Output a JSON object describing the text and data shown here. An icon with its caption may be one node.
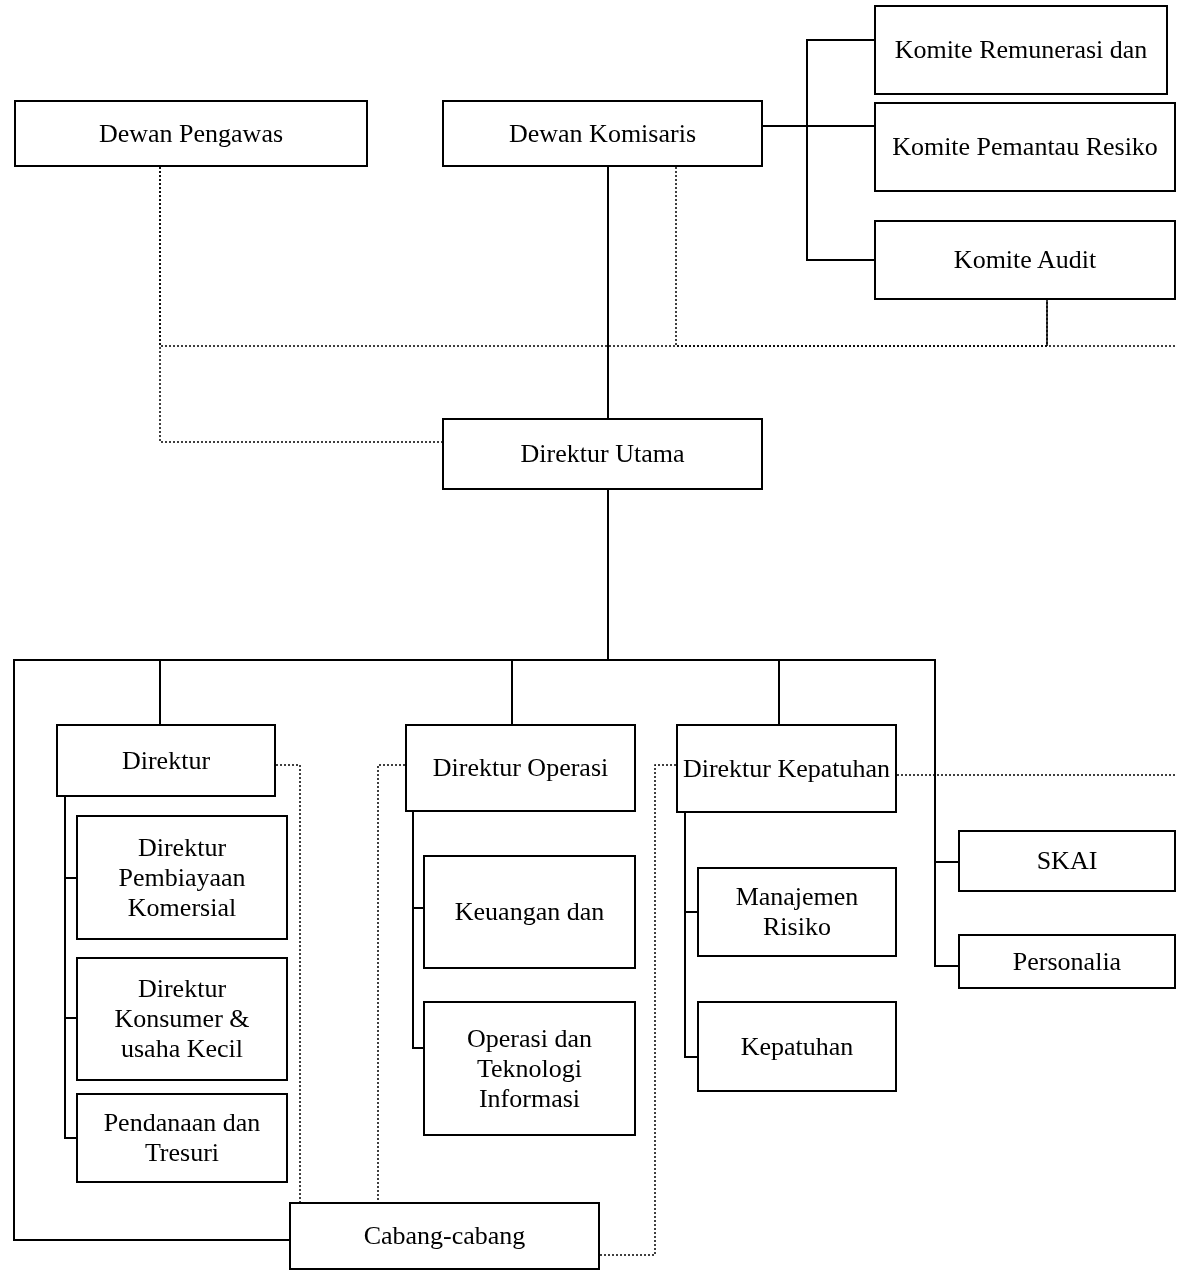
{
  "diagram": {
    "nodes": [
      {
        "text": [
          "Dewan Pengawas"
        ]
      },
      {
        "text": [
          "Dewan Komisaris"
        ]
      },
      {
        "text": [
          "Komite Remunerasi dan"
        ]
      },
      {
        "text": [
          "Komite Pemantau Resiko"
        ]
      },
      {
        "text": [
          "Komite Audit"
        ]
      },
      {
        "text": [
          "Direktur Utama"
        ]
      },
      {
        "text": [
          "Direktur"
        ]
      },
      {
        "text": [
          "Direktur Pembiayaan Komersial"
        ]
      },
      {
        "text": [
          "Direktur Konsumer & usaha Kecil"
        ]
      },
      {
        "text": [
          "Pendanaan dan Tresuri"
        ]
      },
      {
        "text": [
          "Direktur Operasi"
        ]
      },
      {
        "text": [
          "Keuangan dan"
        ]
      },
      {
        "text": [
          "Operasi dan Teknologi Informasi"
        ]
      },
      {
        "text": [
          "Direktur Kepatuhan"
        ]
      },
      {
        "text": [
          "Manajemen Risiko"
        ]
      },
      {
        "text": [
          "Kepatuhan"
        ]
      },
      {
        "text": [
          "SKAI"
        ]
      },
      {
        "text": [
          "Personalia"
        ]
      },
      {
        "text": [
          "Cabang-cabang"
        ]
      }
    ],
    "edges": [
      {
        "from": 1,
        "to": 2,
        "arrow": "none"
      },
      {
        "from": 1,
        "to": 3,
        "arrow": "none"
      },
      {
        "from": 1,
        "to": 4,
        "arrow": "none"
      },
      {
        "from": 1,
        "to": 5,
        "arrow": "none"
      },
      {
        "from": 5,
        "to": 6,
        "arrow": "none"
      },
      {
        "from": 5,
        "to": 10,
        "arrow": "none"
      },
      {
        "from": 5,
        "to": 13,
        "arrow": "none"
      },
      {
        "from": 5,
        "to": 16,
        "arrow": "none"
      },
      {
        "from": 5,
        "to": 17,
        "arrow": "none"
      },
      {
        "from": 5,
        "to": 18,
        "arrow": "none"
      },
      {
        "from": 6,
        "to": 7,
        "arrow": "none"
      },
      {
        "from": 6,
        "to": 8,
        "arrow": "none"
      },
      {
        "from": 6,
        "to": 9,
        "arrow": "none"
      },
      {
        "from": 10,
        "to": 11,
        "arrow": "none"
      },
      {
        "from": 10,
        "to": 12,
        "arrow": "none"
      },
      {
        "from": 13,
        "to": 14,
        "arrow": "none"
      },
      {
        "from": 13,
        "to": 15,
        "arrow": "none"
      },
      {
        "from": 0,
        "to": 5,
        "arrow": "none",
        "style": "dashed"
      },
      {
        "from": 1,
        "to": 4,
        "arrow": "none",
        "style": "dashed"
      },
      {
        "from": 0,
        "to": 4,
        "arrow": "none",
        "style": "dashed"
      },
      {
        "from": 4,
        "to": null,
        "arrow": "none",
        "style": "dashed"
      },
      {
        "from": 6,
        "to": 18,
        "arrow": "none",
        "style": "dashed"
      },
      {
        "from": 10,
        "to": 18,
        "arrow": "none",
        "style": "dashed"
      },
      {
        "from": 13,
        "to": 18,
        "arrow": "none",
        "style": "dashed"
      },
      {
        "from": 13,
        "to": null,
        "arrow": "none",
        "style": "dashed"
      }
    ]
  }
}
